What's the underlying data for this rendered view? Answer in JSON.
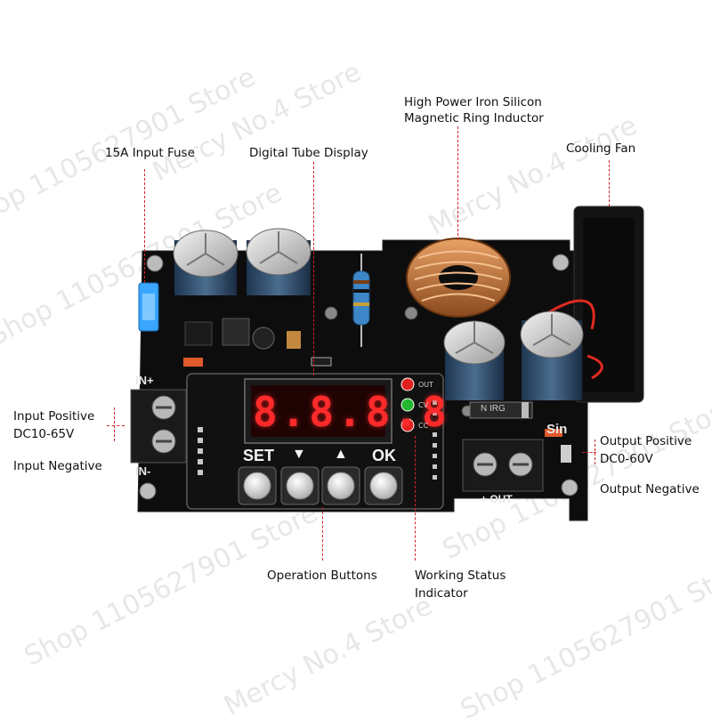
{
  "labels": {
    "fuse": "15A Input Fuse",
    "display": "Digital Tube Display",
    "inductor_line1": "High Power Iron Silicon",
    "inductor_line2": "Magnetic Ring Inductor",
    "fan": "Cooling Fan",
    "input_positive_line1": "Input Positive",
    "input_positive_line2": "DC10-65V",
    "input_negative": "Input Negative",
    "output_positive_line1": "Output Positive",
    "output_positive_line2": "DC0-60V",
    "output_negative": "Output Negative",
    "buttons": "Operation Buttons",
    "status_line1": "Working Status",
    "status_line2": "Indicator"
  },
  "board": {
    "display_digits": "8.8.8.8",
    "button_set": "SET",
    "button_down": "▼",
    "button_up": "▲",
    "button_ok": "OK",
    "in_plus": "IN+",
    "in_minus": "IN-",
    "out_label": "+ OUT −",
    "sin_label": "Sin",
    "led_out": "OUT",
    "led_cv": "CV",
    "led_cc": "CC",
    "diode_text": "N IRG"
  },
  "watermarks": {
    "line_a": "Shop 1105627901 Store",
    "line_b": "Mercy No.4 Store"
  },
  "colors": {
    "pcb": "#0d0d0d",
    "callout": "#d4242a",
    "led_red": "#e0201c",
    "led_green": "#22b830",
    "segment": "#ff2a2a"
  }
}
